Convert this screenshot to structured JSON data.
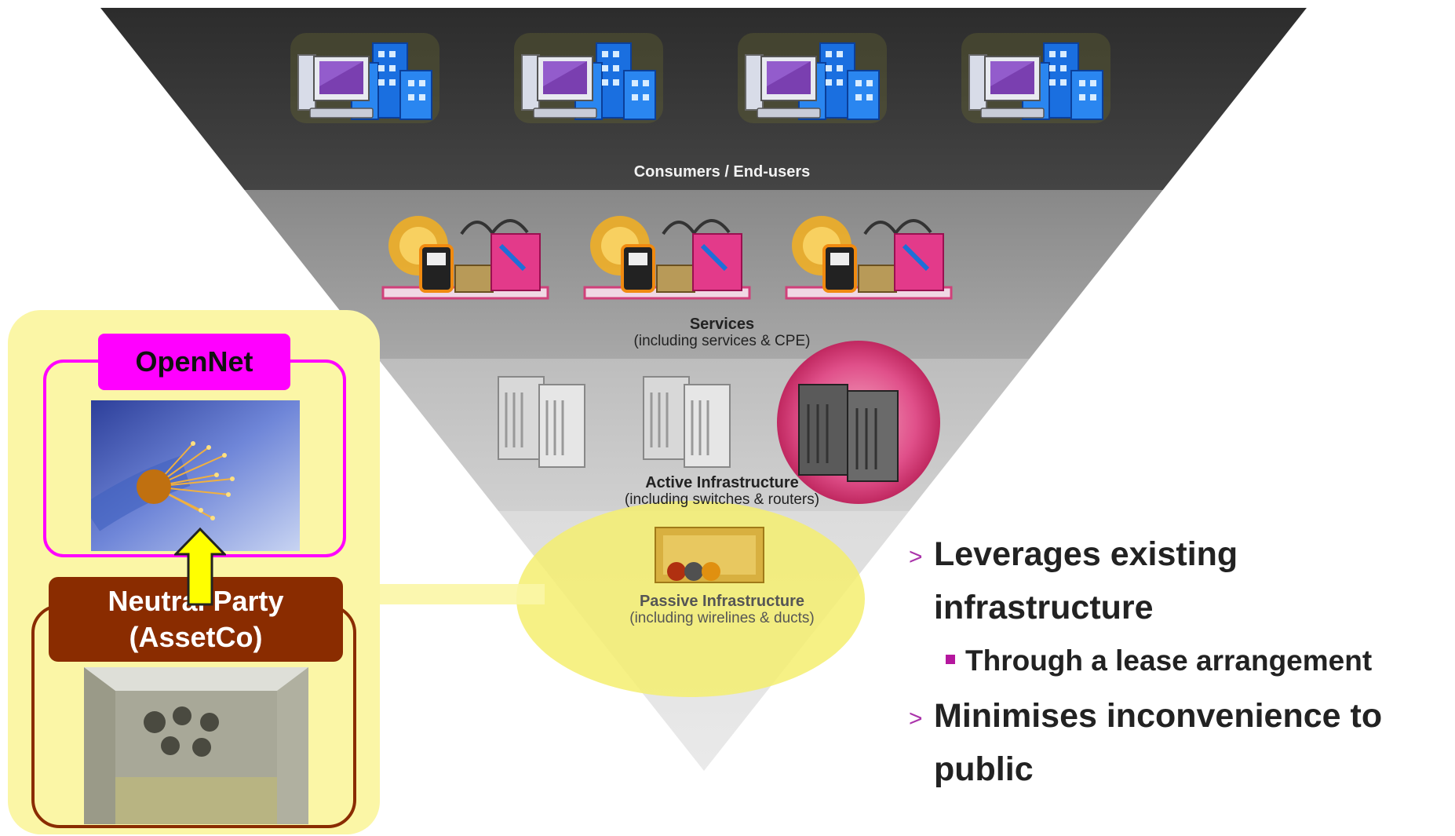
{
  "pyramid": {
    "layers": [
      {
        "title": "Consumers / End-users",
        "subtitle": ""
      },
      {
        "title": "Services",
        "subtitle": "(including services & CPE)"
      },
      {
        "title": "Active Infrastructure",
        "subtitle": "(including switches & routers)"
      },
      {
        "title": "Passive Infrastructure",
        "subtitle": "(including wirelines & ducts)"
      }
    ],
    "icons": {
      "consumers": "computer-building-icon",
      "services": "devices-shopping-bag-icon",
      "active": "server-rack-icon",
      "passive": "duct-pipes-icon"
    },
    "colors": {
      "consumers": "#3c3c3c",
      "services": "#8f8f8f",
      "active": "#c4c4c4",
      "passive": "#dedede",
      "highlight_yellow": "#f5ef70",
      "highlight_magenta": "#d9356e"
    }
  },
  "left_panel": {
    "opennet_label": "OpenNet",
    "assetco_line1": "Neutral Party",
    "assetco_line2": "(AssetCo)",
    "colors": {
      "panel": "#fbf6a6",
      "opennet": "#ff00ff",
      "assetco": "#8a2c00",
      "arrow": "#ffff00"
    }
  },
  "bullets": [
    {
      "text": "Leverages existing infrastructure",
      "sub": [
        "Through a lease arrangement"
      ]
    },
    {
      "text": "Minimises inconvenience to public",
      "sub": []
    }
  ]
}
